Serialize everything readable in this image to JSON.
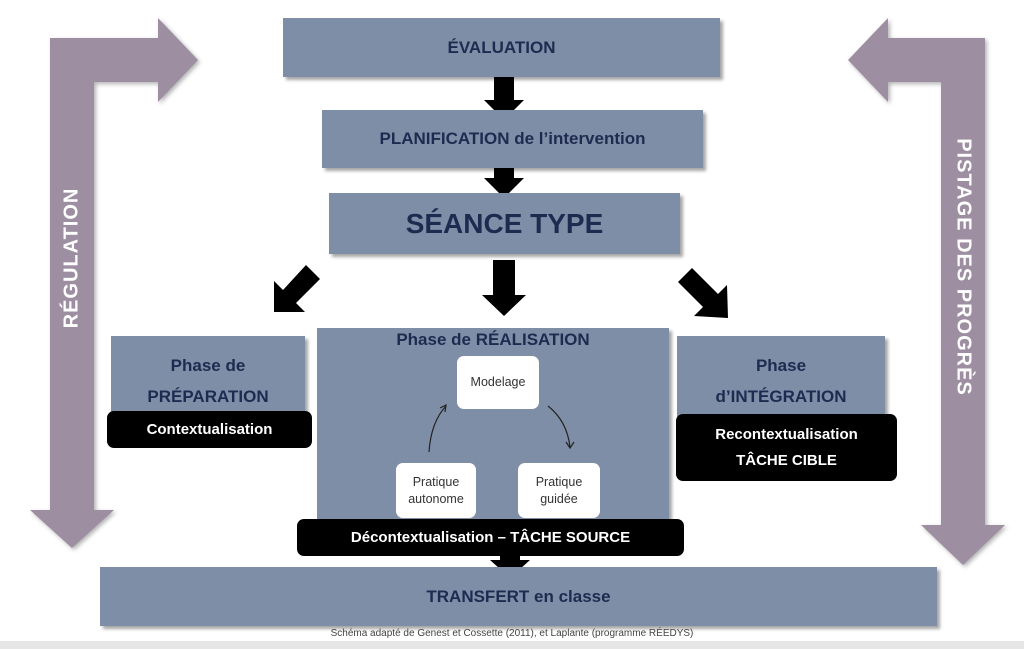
{
  "evaluation": "ÉVALUATION",
  "planification": "PLANIFICATION de l’intervention",
  "seance_type": "SÉANCE TYPE",
  "preparation": {
    "line1": "Phase de",
    "line2": "PRÉPARATION",
    "tag": "Contextualisation"
  },
  "realisation": {
    "title": "Phase de RÉALISATION",
    "modelage": "Modelage",
    "autonome_line1": "Pratique",
    "autonome_line2": "autonome",
    "guidee_line1": "Pratique",
    "guidee_line2": "guidée",
    "tag": "Décontextualisation – TÂCHE SOURCE"
  },
  "integration": {
    "line1": "Phase",
    "line2": "d’INTÉGRATION",
    "tag_line1": "Recontextualisation",
    "tag_line2": "TÂCHE CIBLE"
  },
  "transfert": "TRANSFERT en classe",
  "regulation": "RÉGULATION",
  "pistage": "PISTAGE DES PROGRÈS",
  "caption": "Schéma adapté de Genest et Cossette (2011), et Laplante (programme RÉEDYS)",
  "colors": {
    "box": "#7f8ea7",
    "side_arrow": "#9d8fa1",
    "text_dark": "#1f2a50"
  }
}
